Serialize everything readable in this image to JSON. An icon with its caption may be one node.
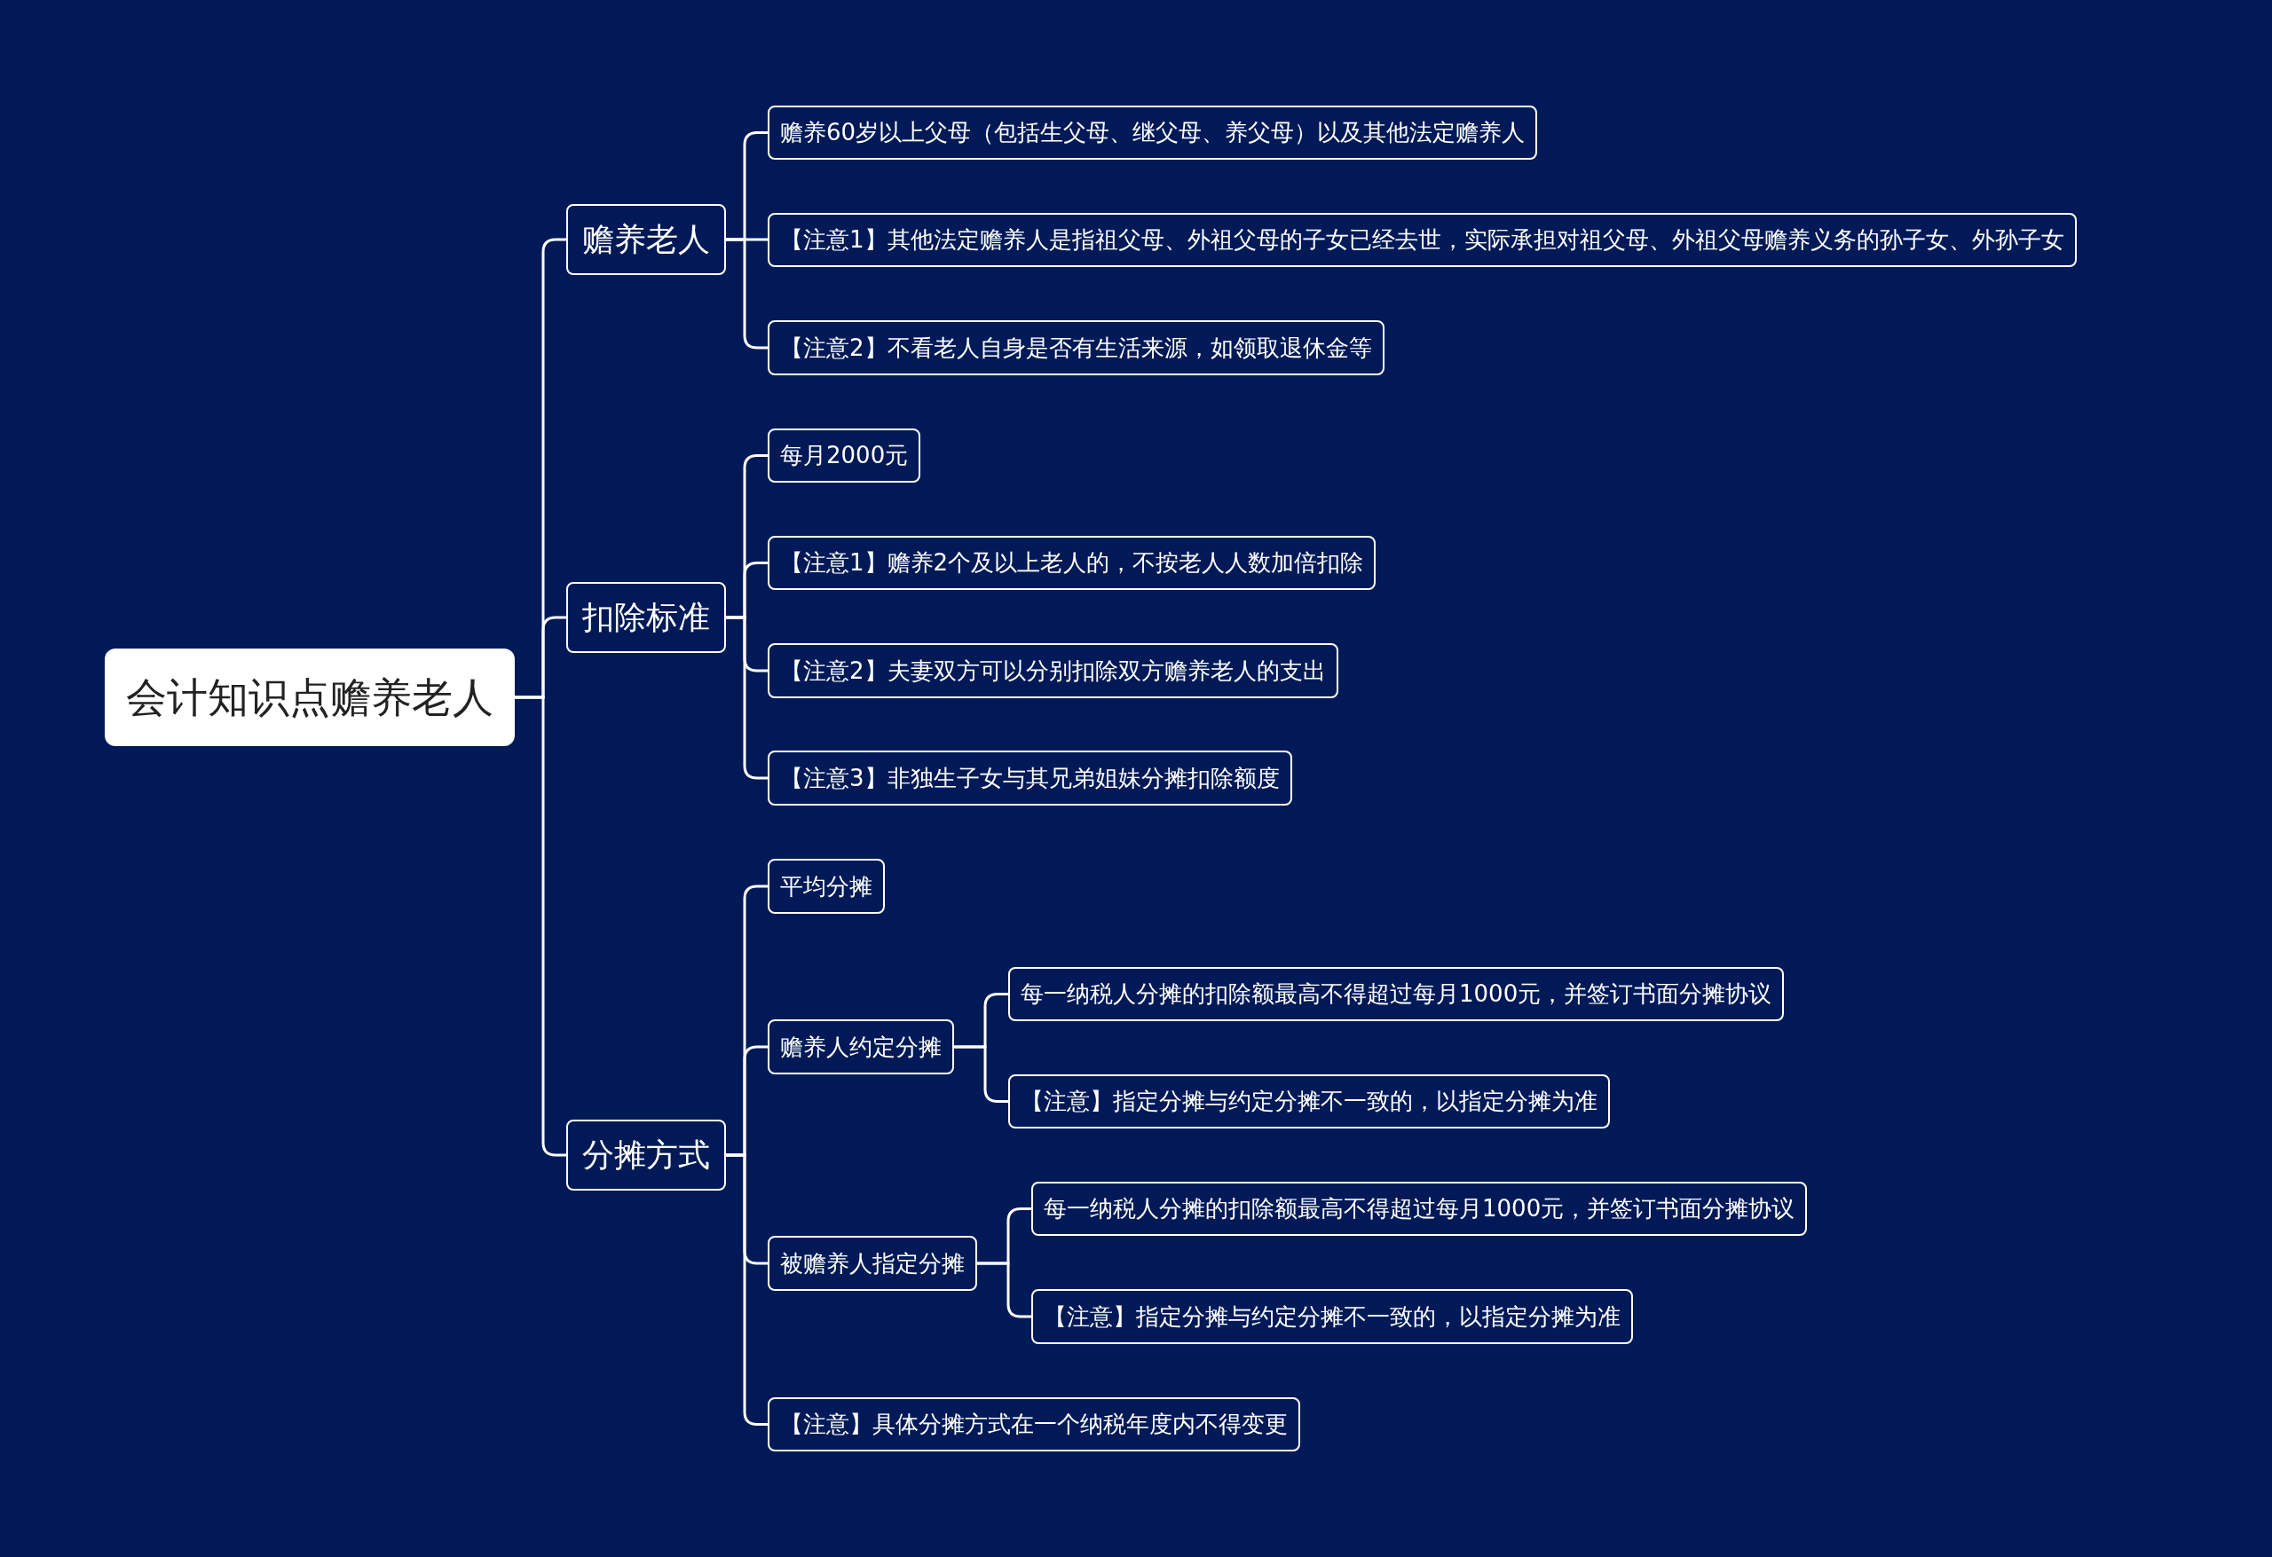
{
  "diagram": {
    "nodes": [
      {
        "text": [
          "会计知识点赡养老人"
        ]
      },
      {
        "text": [
          "赡养老人"
        ]
      },
      {
        "text": [
          "赡养60岁以上父母（包括生父母、继父母、养父母）以及其他法定赡养人"
        ]
      },
      {
        "text": [
          "【注意1】其他法定赡养人是指祖父母、外祖父母的子女已经去世，实际承担对祖父母、外祖父母赡养义务的孙子女、外孙子女"
        ]
      },
      {
        "text": [
          "【注意2】不看老人自身是否有生活来源，如领取退休金等"
        ]
      },
      {
        "text": [
          "扣除标准"
        ]
      },
      {
        "text": [
          "每月2000元"
        ]
      },
      {
        "text": [
          "【注意1】赡养2个及以上老人的，不按老人人数加倍扣除"
        ]
      },
      {
        "text": [
          "【注意2】夫妻双方可以分别扣除双方赡养老人的支出"
        ]
      },
      {
        "text": [
          "【注意3】非独生子女与其兄弟姐妹分摊扣除额度"
        ]
      },
      {
        "text": [
          "分摊方式"
        ]
      },
      {
        "text": [
          "平均分摊"
        ]
      },
      {
        "text": [
          "赡养人约定分摊"
        ]
      },
      {
        "text": [
          "每一纳税人分摊的扣除额最高不得超过每月1000元，并签订书面分摊协议"
        ]
      },
      {
        "text": [
          "【注意】指定分摊与约定分摊不一致的，以指定分摊为准"
        ]
      },
      {
        "text": [
          "被赡养人指定分摊"
        ]
      },
      {
        "text": [
          "每一纳税人分摊的扣除额最高不得超过每月1000元，并签订书面分摊协议"
        ]
      },
      {
        "text": [
          "【注意】指定分摊与约定分摊不一致的，以指定分摊为准"
        ]
      },
      {
        "text": [
          "【注意】具体分摊方式在一个纳税年度内不得变更"
        ]
      }
    ],
    "edges": [
      {
        "from": 0,
        "to": 1,
        "arrow": "none"
      },
      {
        "from": 1,
        "to": 2,
        "arrow": "none"
      },
      {
        "from": 1,
        "to": 3,
        "arrow": "none"
      },
      {
        "from": 1,
        "to": 4,
        "arrow": "none"
      },
      {
        "from": 0,
        "to": 5,
        "arrow": "none"
      },
      {
        "from": 5,
        "to": 6,
        "arrow": "none"
      },
      {
        "from": 5,
        "to": 7,
        "arrow": "none"
      },
      {
        "from": 5,
        "to": 8,
        "arrow": "none"
      },
      {
        "from": 5,
        "to": 9,
        "arrow": "none"
      },
      {
        "from": 0,
        "to": 10,
        "arrow": "none"
      },
      {
        "from": 10,
        "to": 11,
        "arrow": "none"
      },
      {
        "from": 10,
        "to": 12,
        "arrow": "none"
      },
      {
        "from": 12,
        "to": 13,
        "arrow": "none"
      },
      {
        "from": 12,
        "to": 14,
        "arrow": "none"
      },
      {
        "from": 10,
        "to": 15,
        "arrow": "none"
      },
      {
        "from": 15,
        "to": 16,
        "arrow": "none"
      },
      {
        "from": 15,
        "to": 17,
        "arrow": "none"
      },
      {
        "from": 10,
        "to": 18,
        "arrow": "none"
      }
    ]
  }
}
